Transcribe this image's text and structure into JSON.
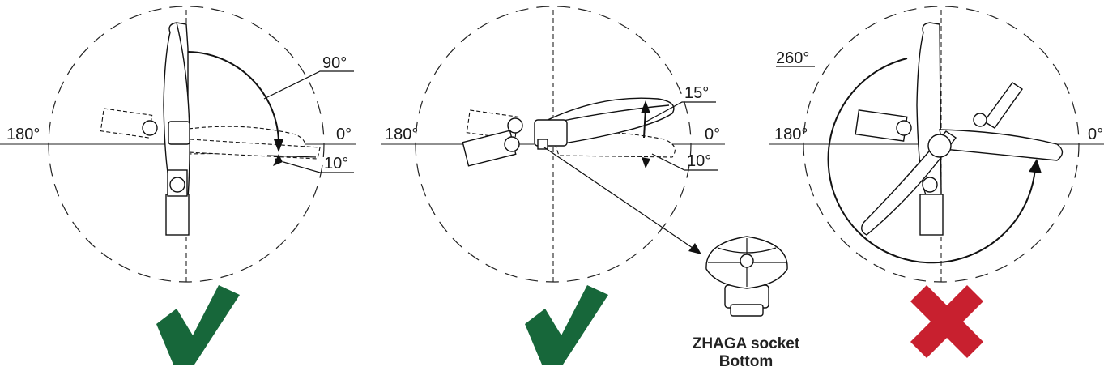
{
  "diagrams": [
    {
      "id": "left",
      "angle_labels": {
        "right": "0°",
        "left": "180°",
        "upper": "90°",
        "lower": "10°"
      },
      "verdict": "allowed"
    },
    {
      "id": "middle",
      "angle_labels": {
        "right": "0°",
        "left": "180°",
        "upper": "15°",
        "lower": "10°"
      },
      "verdict": "allowed",
      "callout": {
        "line1": "ZHAGA socket",
        "line2": "Bottom"
      }
    },
    {
      "id": "right",
      "angle_labels": {
        "right": "0°",
        "left": "180°",
        "upper": "260°"
      },
      "verdict": "not-allowed"
    }
  ],
  "colors": {
    "check": "#17673a",
    "cross": "#c8202f",
    "line": "#111111"
  },
  "icons": {
    "allowed": "checkmark-icon",
    "not_allowed": "cross-icon"
  }
}
